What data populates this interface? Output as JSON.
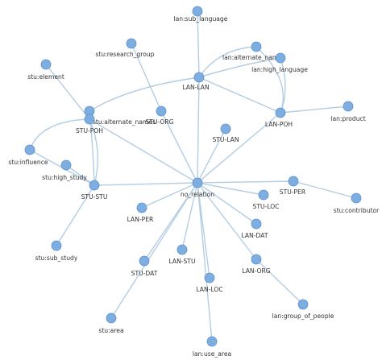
{
  "graph": {
    "nodes": [
      {
        "id": "lan_sub_language",
        "label": "lan:sub_language"
      },
      {
        "id": "stu_research_group",
        "label": "stu:research_group"
      },
      {
        "id": "lan_alternate_names",
        "label": "lan:alternate_names"
      },
      {
        "id": "lan_high_language",
        "label": "lan:high_language"
      },
      {
        "id": "stu_element",
        "label": "stu:element"
      },
      {
        "id": "lan_lan",
        "label": "LAN-LAN"
      },
      {
        "id": "stu_alternate_names",
        "label": "stu:alternate_names"
      },
      {
        "id": "stu_org",
        "label": "STU-ORG"
      },
      {
        "id": "lan_product",
        "label": "lan:product"
      },
      {
        "id": "stu_poh",
        "label": "STU-POH"
      },
      {
        "id": "lan_poh",
        "label": "LAN-POH"
      },
      {
        "id": "stu_lan",
        "label": "STU-LAN"
      },
      {
        "id": "stu_influence",
        "label": "stu:influence"
      },
      {
        "id": "stu_high_study",
        "label": "stu:high_study"
      },
      {
        "id": "stu_stu",
        "label": "STU-STU"
      },
      {
        "id": "no_relation",
        "label": "no_relation"
      },
      {
        "id": "stu_per",
        "label": "STU-PER"
      },
      {
        "id": "stu_contributor",
        "label": "stu:contributor"
      },
      {
        "id": "stu_loc",
        "label": "STU-LOC"
      },
      {
        "id": "lan_per",
        "label": "LAN-PER"
      },
      {
        "id": "lan_dat",
        "label": "LAN-DAT"
      },
      {
        "id": "stu_sub_study",
        "label": "stu:sub_study"
      },
      {
        "id": "lan_stu",
        "label": "LAN-STU"
      },
      {
        "id": "stu_dat",
        "label": "STU-DAT"
      },
      {
        "id": "lan_org",
        "label": "LAN-ORG"
      },
      {
        "id": "lan_loc",
        "label": "LAN-LOC"
      },
      {
        "id": "lan_group_of_people",
        "label": "lan:group_of_people"
      },
      {
        "id": "stu_area",
        "label": "stu:area"
      },
      {
        "id": "lan_use_area",
        "label": "lan:use_area"
      }
    ],
    "edges": [
      [
        "lan_lan",
        "lan_sub_language"
      ],
      [
        "lan_lan",
        "lan_alternate_names"
      ],
      [
        "lan_lan",
        "lan_high_language"
      ],
      [
        "lan_lan",
        "lan_poh"
      ],
      [
        "lan_lan",
        "stu_alternate_names"
      ],
      [
        "lan_lan",
        "no_relation"
      ],
      [
        "lan_poh",
        "lan_high_language"
      ],
      [
        "lan_poh",
        "lan_alternate_names"
      ],
      [
        "lan_poh",
        "lan_product"
      ],
      [
        "lan_poh",
        "no_relation"
      ],
      [
        "stu_poh",
        "stu_element"
      ],
      [
        "stu_poh",
        "stu_alternate_names"
      ],
      [
        "stu_poh",
        "stu_stu"
      ],
      [
        "stu_poh",
        "no_relation"
      ],
      [
        "stu_poh",
        "stu_influence"
      ],
      [
        "stu_org",
        "stu_research_group"
      ],
      [
        "stu_org",
        "no_relation"
      ],
      [
        "stu_lan",
        "no_relation"
      ],
      [
        "stu_stu",
        "stu_high_study"
      ],
      [
        "stu_stu",
        "stu_influence"
      ],
      [
        "stu_stu",
        "stu_sub_study"
      ],
      [
        "stu_stu",
        "no_relation"
      ],
      [
        "stu_stu",
        "stu_alternate_names"
      ],
      [
        "no_relation",
        "stu_per"
      ],
      [
        "no_relation",
        "stu_loc"
      ],
      [
        "no_relation",
        "lan_per"
      ],
      [
        "no_relation",
        "lan_dat"
      ],
      [
        "no_relation",
        "lan_stu"
      ],
      [
        "no_relation",
        "stu_dat"
      ],
      [
        "no_relation",
        "lan_org"
      ],
      [
        "no_relation",
        "lan_loc"
      ],
      [
        "no_relation",
        "stu_area"
      ],
      [
        "no_relation",
        "lan_use_area"
      ],
      [
        "stu_per",
        "stu_contributor"
      ],
      [
        "lan_org",
        "lan_group_of_people"
      ]
    ]
  },
  "colors": {
    "node_fill": "#7eaee0",
    "node_stroke": "#5a90cc",
    "edge": "#b5cde3",
    "label": "#333333"
  }
}
